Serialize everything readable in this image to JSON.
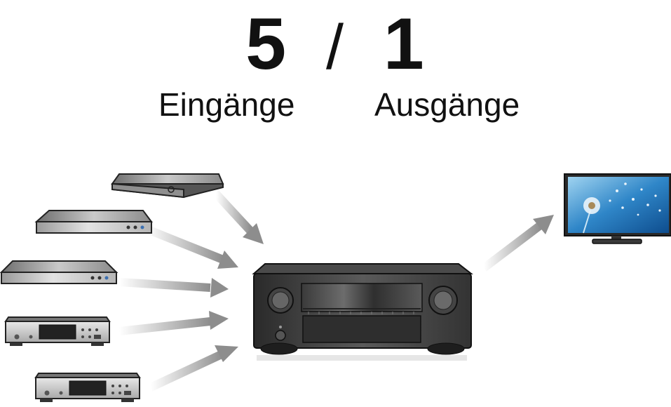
{
  "header": {
    "inputs_count": "5",
    "separator": "/",
    "outputs_count": "1",
    "inputs_label": "Eingänge",
    "outputs_label": "Ausgänge"
  },
  "diagram": {
    "sources": [
      {
        "icon": "streaming-box-icon"
      },
      {
        "icon": "blu-ray-player-icon"
      },
      {
        "icon": "dvd-player-icon"
      },
      {
        "icon": "cd-player-icon"
      },
      {
        "icon": "cd-player-icon"
      }
    ],
    "receiver": {
      "icon": "av-receiver-icon"
    },
    "output": {
      "icon": "tv-icon"
    }
  }
}
